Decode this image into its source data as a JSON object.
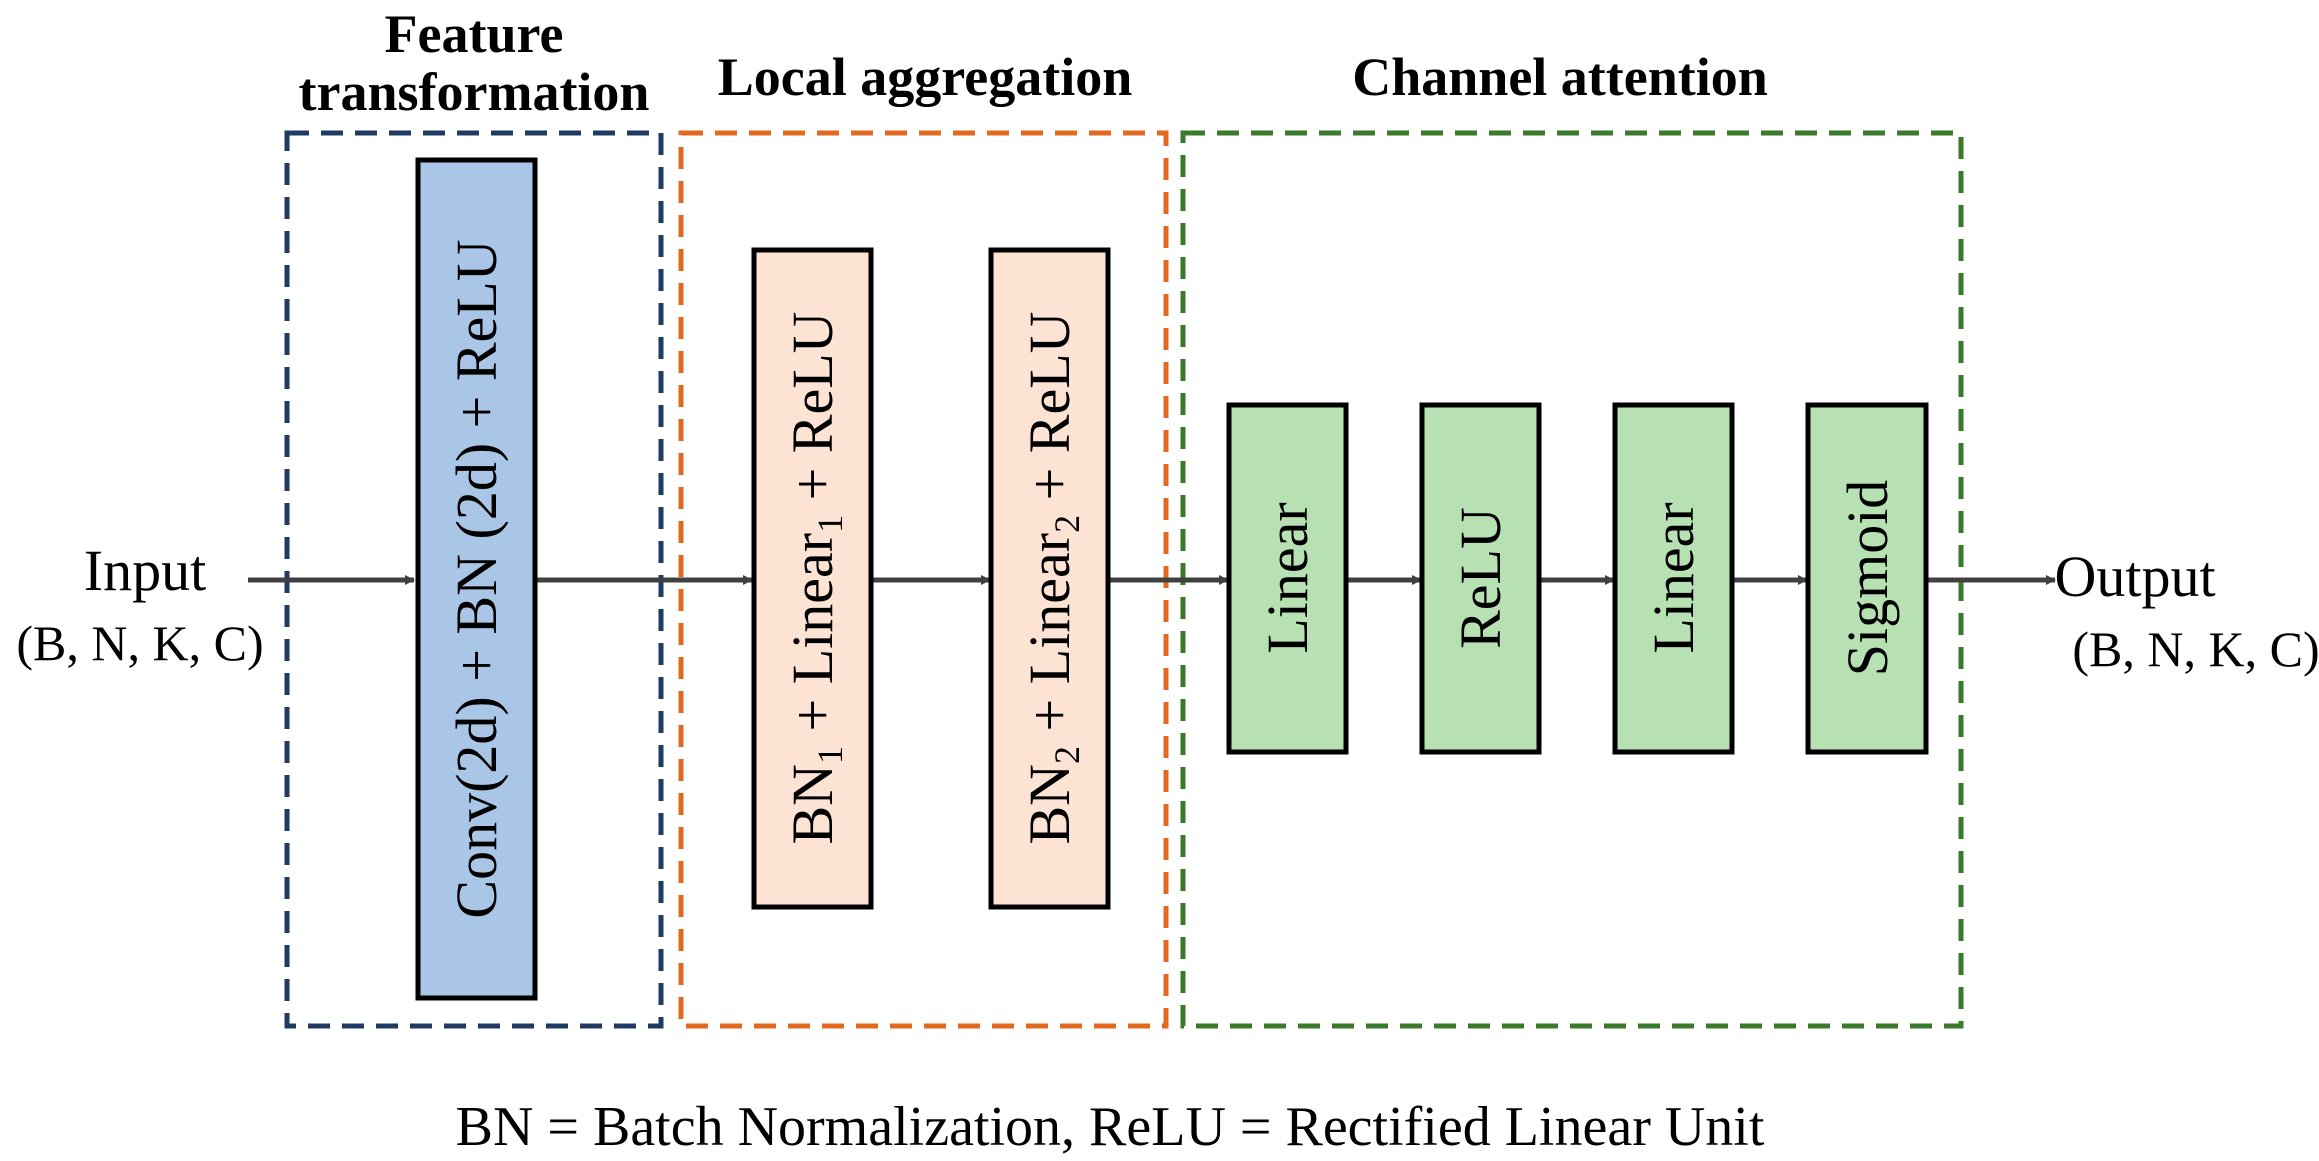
{
  "input": {
    "label": "Input",
    "dims": "(B, N, K, C)"
  },
  "output": {
    "label": "Output",
    "dims": "(B, N, K, C)"
  },
  "groups": [
    {
      "title_lines": [
        "Feature",
        "transformation"
      ],
      "color": "#1f3b63"
    },
    {
      "title_lines": [
        "Local aggregation"
      ],
      "color": "#e2691f"
    },
    {
      "title_lines": [
        "Channel attention"
      ],
      "color": "#3a7a2a"
    }
  ],
  "blocks": {
    "feature": {
      "text": "Conv(2d) + BN (2d) + ReLU",
      "fill": "#aac6e6"
    },
    "agg1": {
      "p1": "BN",
      "s1": "1",
      "p2": " + Linear",
      "s2": "1",
      "p3": " + ReLU",
      "fill": "#fce3d3"
    },
    "agg2": {
      "p1": "BN",
      "s1": "2",
      "p2": " + Linear",
      "s2": "2",
      "p3": " + ReLU",
      "fill": "#fce3d3"
    },
    "attn": [
      {
        "text": "Linear",
        "fill": "#b7e1b3"
      },
      {
        "text": "ReLU",
        "fill": "#b7e1b3"
      },
      {
        "text": "Linear",
        "fill": "#b7e1b3"
      },
      {
        "text": "Sigmoid",
        "fill": "#b7e1b3"
      }
    ]
  },
  "caption": "BN = Batch Normalization,  ReLU = Rectified Linear Unit"
}
